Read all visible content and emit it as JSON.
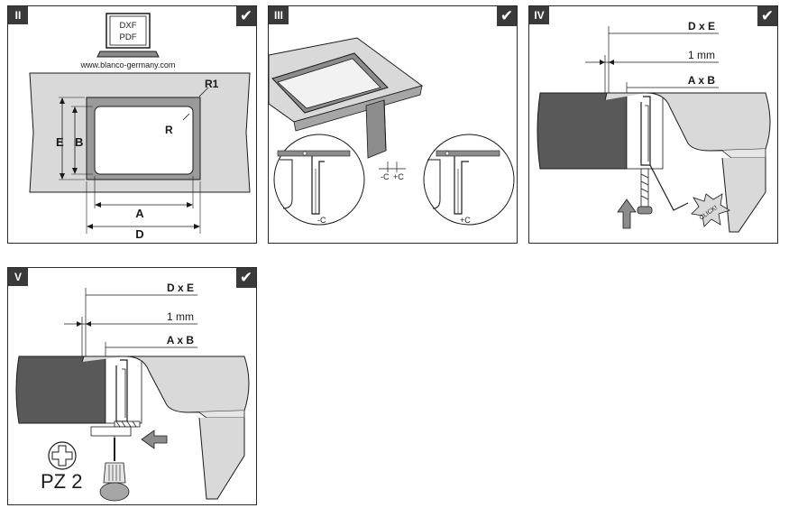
{
  "panels": {
    "p2": {
      "number": "II",
      "file_formats": [
        "DXF",
        "PDF"
      ],
      "website": "www.blanco-germany.com",
      "labels": {
        "r1": "R1",
        "r": "R",
        "e": "E",
        "b": "B",
        "a": "A",
        "d": "D"
      }
    },
    "p3": {
      "number": "III",
      "labels": {
        "minus_c": "-C",
        "plus_c": "+C",
        "detail_minus_c": "-C",
        "detail_plus_c": "+C"
      }
    },
    "p4": {
      "number": "IV",
      "labels": {
        "dxe": "D x E",
        "one_mm": "1 mm",
        "axb": "A x B",
        "click": "CLICK!"
      }
    },
    "p5": {
      "number": "V",
      "labels": {
        "dxe": "D x E",
        "one_mm": "1 mm",
        "axb": "A x B",
        "screwdriver": "PZ 2"
      }
    }
  },
  "check_mark": "✔",
  "colors": {
    "countertop": "#d9d9d9",
    "countertop_dark": "#595959",
    "sink_fill": "#e6e6e6",
    "line": "#1a1a1a",
    "arrow": "#8c8c8c"
  }
}
